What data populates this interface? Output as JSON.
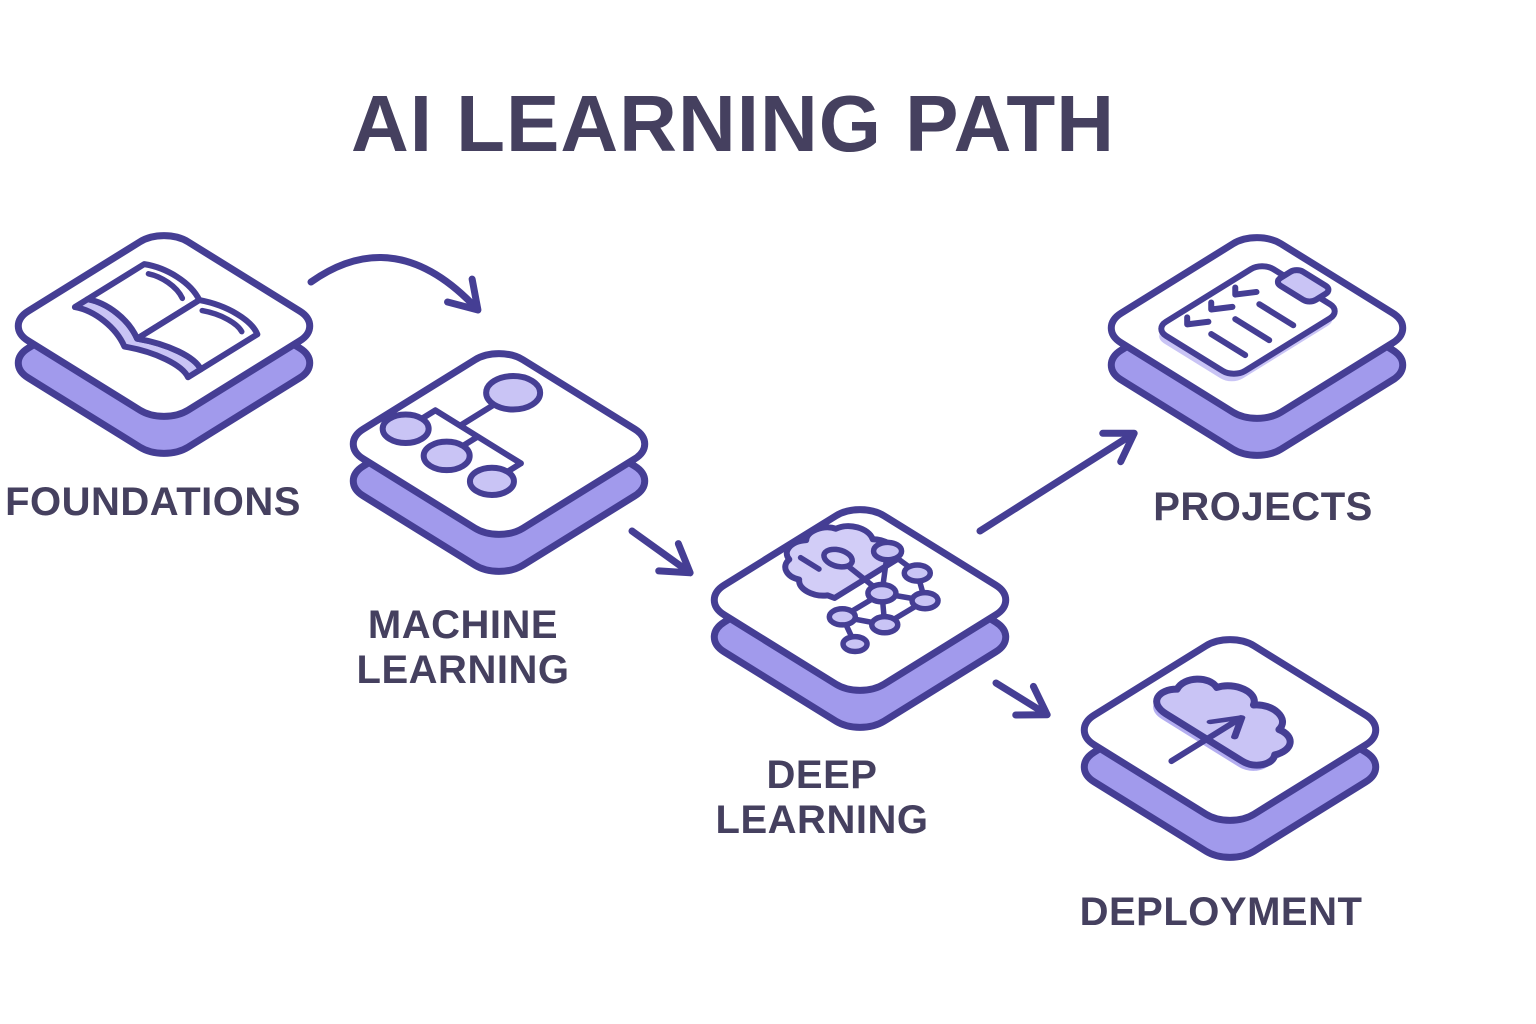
{
  "title": "AI LEARNING PATH",
  "colors": {
    "background": "#ffffff",
    "outline": "#453e94",
    "tile_top": "#ffffff",
    "tile_side": "#a19aec",
    "icon_fill": "#c9c4f5",
    "brain_fill": "#d2cdf7",
    "text": "#45405f",
    "arrow": "#453e94"
  },
  "steps": [
    {
      "id": "foundations",
      "label_lines": [
        "FOUNDATIONS"
      ],
      "icon": "open-book-icon"
    },
    {
      "id": "machine-learning",
      "label_lines": [
        "MACHINE",
        "LEARNING"
      ],
      "icon": "flowchart-icon"
    },
    {
      "id": "deep-learning",
      "label_lines": [
        "DEEP",
        "LEARNING"
      ],
      "icon": "brain-network-icon"
    },
    {
      "id": "projects",
      "label_lines": [
        "PROJECTS"
      ],
      "icon": "checklist-clipboard-icon"
    },
    {
      "id": "deployment",
      "label_lines": [
        "DEPLOYMENT"
      ],
      "icon": "cloud-upload-icon"
    }
  ],
  "edges": [
    {
      "from": "foundations",
      "to": "machine-learning",
      "style": "curved"
    },
    {
      "from": "machine-learning",
      "to": "deep-learning",
      "style": "straight"
    },
    {
      "from": "deep-learning",
      "to": "projects",
      "style": "straight"
    },
    {
      "from": "deep-learning",
      "to": "deployment",
      "style": "straight"
    }
  ]
}
